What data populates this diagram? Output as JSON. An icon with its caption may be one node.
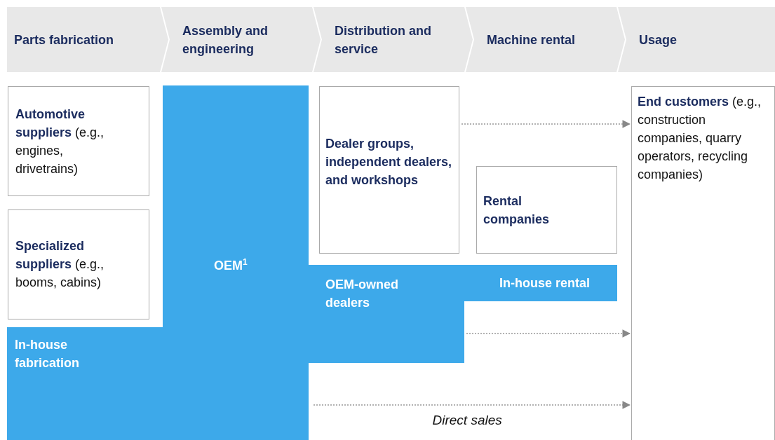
{
  "diagram": {
    "nodes": [
      {
        "text": [
          "Parts fabrication"
        ]
      },
      {
        "text": [
          "Assembly and engineering"
        ]
      },
      {
        "text": [
          "Distribution and service"
        ]
      },
      {
        "text": [
          "Machine rental"
        ]
      },
      {
        "text": [
          "Usage"
        ]
      },
      {
        "text": [
          "**Automotive suppliers** (e.g., engines, drivetrains)"
        ]
      },
      {
        "text": [
          "**Specialized suppliers** (e.g., booms, cabins)"
        ]
      },
      {
        "text": [
          "In-house fabrication"
        ]
      },
      {
        "text": [
          "OEM$^{1}$"
        ]
      },
      {
        "text": [
          "OEM-owned dealers"
        ]
      },
      {
        "text": [
          "In-house rental"
        ]
      },
      {
        "text": [
          "Dealer groups, independent dealers, and workshops"
        ]
      },
      {
        "text": [
          "Rental companies"
        ]
      },
      {
        "text": [
          "**End customers** (e.g., construction companies, quarry operators, recycling companies)"
        ]
      }
    ],
    "edges": [
      {
        "from": 11,
        "to": 13,
        "arrow": "to",
        "style": "dashed"
      },
      {
        "from": 9,
        "to": 13,
        "arrow": "to",
        "style": "dashed"
      },
      {
        "from": 8,
        "to": 13,
        "arrow": "to",
        "style": "dashed",
        "label": "Direct sales"
      }
    ]
  }
}
